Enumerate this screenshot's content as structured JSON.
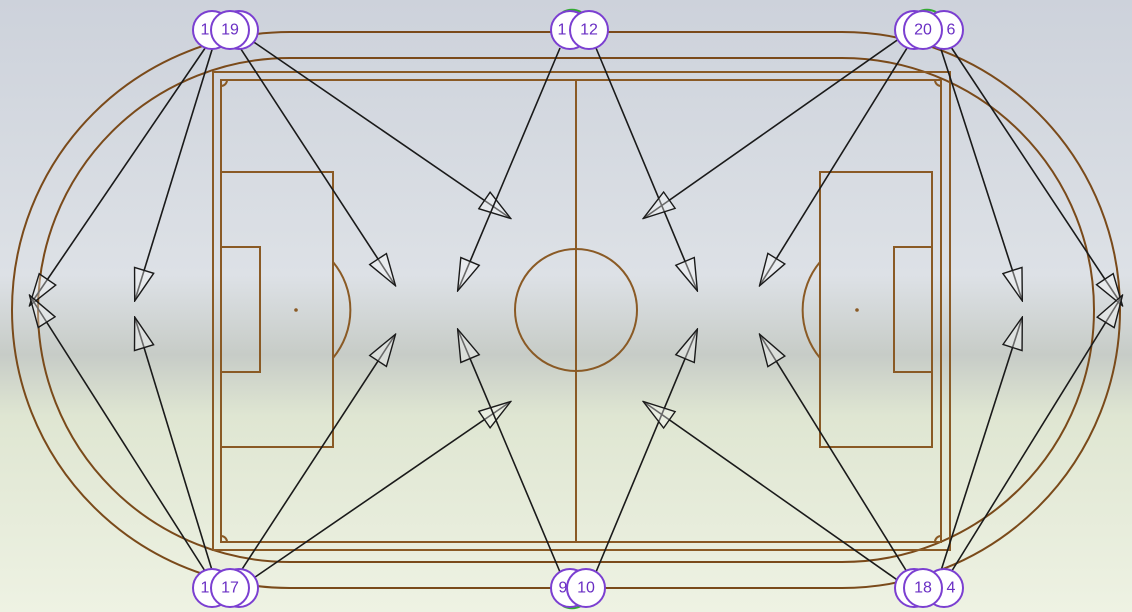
{
  "colors": {
    "sky_top": "#c9ced8",
    "sky_mid": "#d7dce3",
    "crowd": "#b7bdb4",
    "grass": "#e3ead4",
    "track": "#7a4a1a",
    "field_lines": "#8a5a25",
    "arrow": "#1a1a1a",
    "node_fill": "#ffffff",
    "node_stroke": "#7b3fd1",
    "node_text": "#6a2fc4",
    "node_accent": "#33aa33"
  },
  "nodes": {
    "top_left_back": "1",
    "top_left_front": "19",
    "top_center_back": "1",
    "top_center_front": "12",
    "top_right_front": "20",
    "top_right_back": "6",
    "bottom_left_back": "1",
    "bottom_left_front": "17",
    "bottom_center_back": "9",
    "bottom_center_front": "10",
    "bottom_right_front": "18",
    "bottom_right_back": "4"
  }
}
